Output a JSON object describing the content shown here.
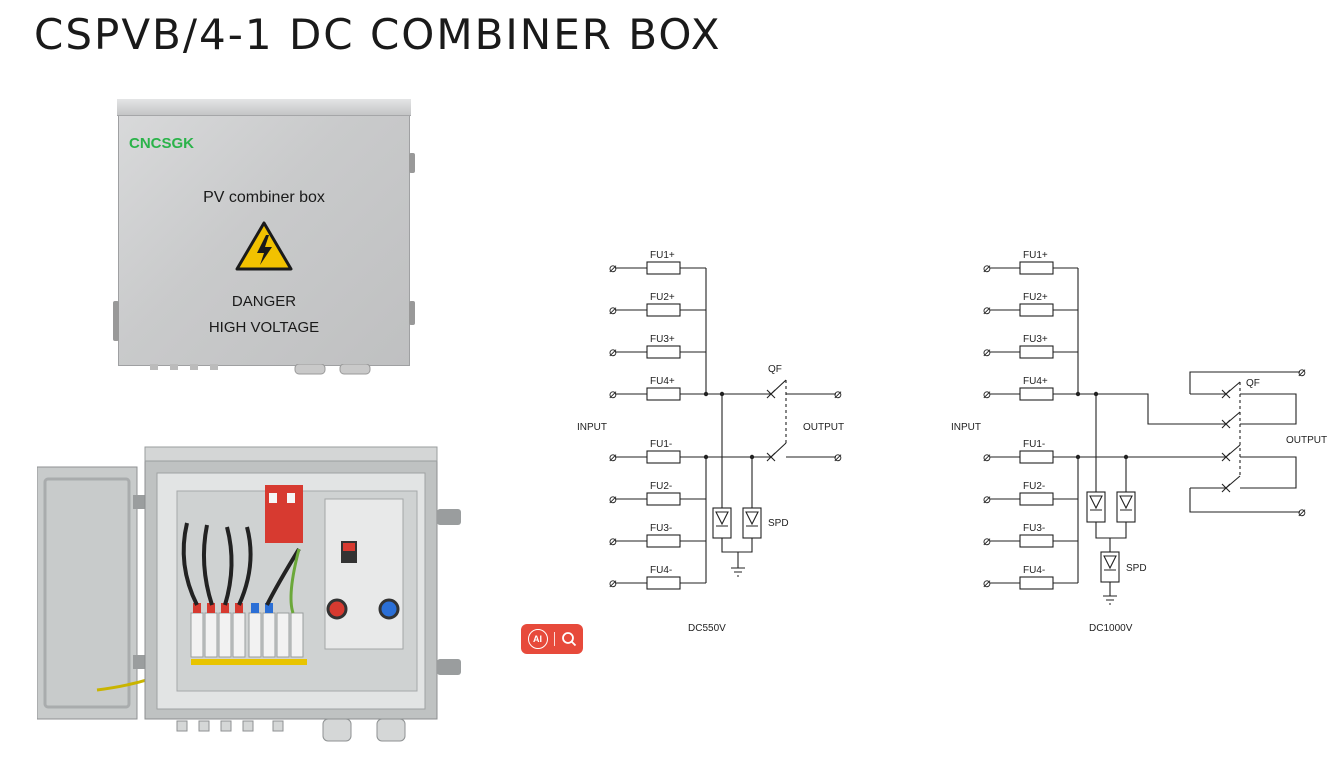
{
  "page": {
    "title": "CSPVB/4-1 DC COMBINER BOX"
  },
  "colors": {
    "brand": "#2bb34a",
    "button": "#e74a3b",
    "warning": "#f2c200"
  },
  "closed_box": {
    "brand": "CNCSGK",
    "label": "PV combiner box",
    "danger_line1": "DANGER",
    "danger_line2": "HIGH VOLTAGE"
  },
  "ai_button": {
    "icon": "ai-search-icon",
    "label": "AI"
  },
  "diagrams": {
    "left": {
      "fuses": [
        "FU1+",
        "FU2+",
        "FU3+",
        "FU4+",
        "FU1-",
        "FU2-",
        "FU3-",
        "FU4-"
      ],
      "input_label": "INPUT",
      "output_label": "OUTPUT",
      "breaker_label": "QF",
      "spd_label": "SPD",
      "caption": "DC550V"
    },
    "right": {
      "fuses": [
        "FU1+",
        "FU2+",
        "FU3+",
        "FU4+",
        "FU1-",
        "FU2-",
        "FU3-",
        "FU4-"
      ],
      "input_label": "INPUT",
      "output_label": "OUTPUT",
      "breaker_label": "QF",
      "spd_label": "SPD",
      "caption": "DC1000V"
    }
  }
}
